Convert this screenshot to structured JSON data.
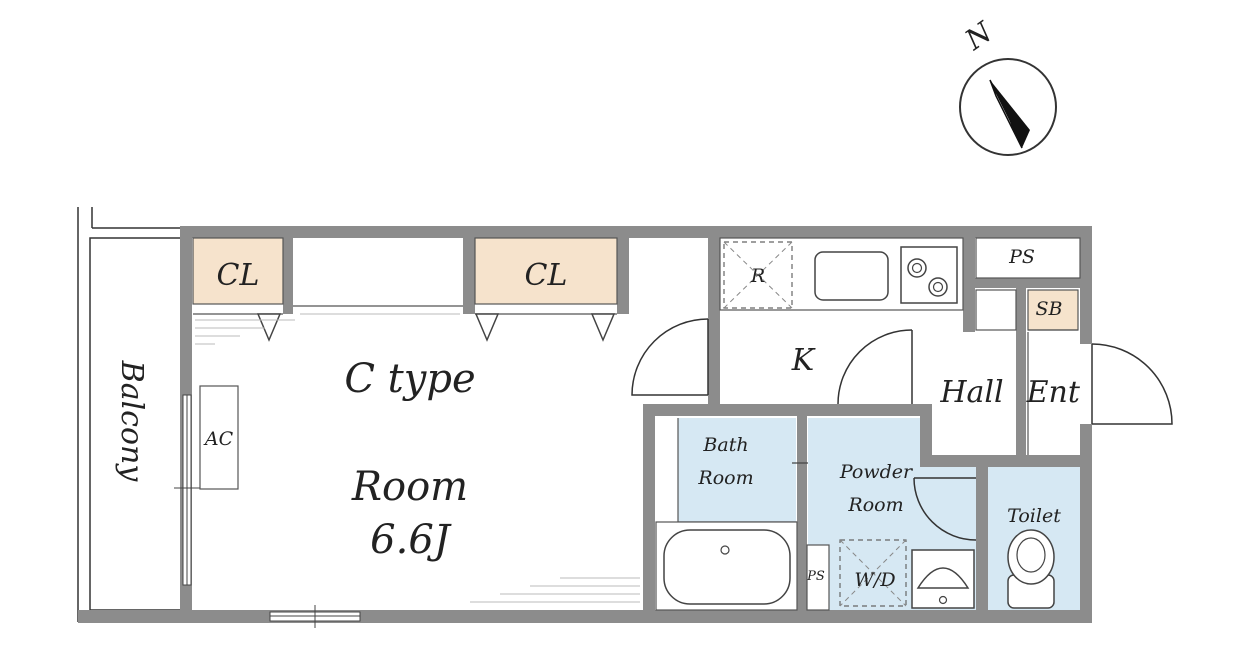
{
  "compass": {
    "label": "N"
  },
  "rooms": {
    "balcony": "Balcony",
    "closet_left": "CL",
    "closet_right": "CL",
    "plan_type": "C type",
    "room_name": "Room",
    "room_size": "6.6J",
    "aircon": "AC",
    "refrigerator": "R",
    "kitchen": "K",
    "pipe_space_top": "PS",
    "shoe_box": "SB",
    "hall": "Hall",
    "entrance": "Ent.",
    "bath_line1": "Bath",
    "bath_line2": "Room",
    "powder_line1": "Powder",
    "powder_line2": "Room",
    "toilet": "Toilet",
    "pipe_space_small": "PS",
    "washer_dryer": "W/D"
  },
  "colors": {
    "wall": "#8c8c8c",
    "closet": "#f6e3cc",
    "wet_area": "#d6e8f3",
    "line": "#333333"
  }
}
